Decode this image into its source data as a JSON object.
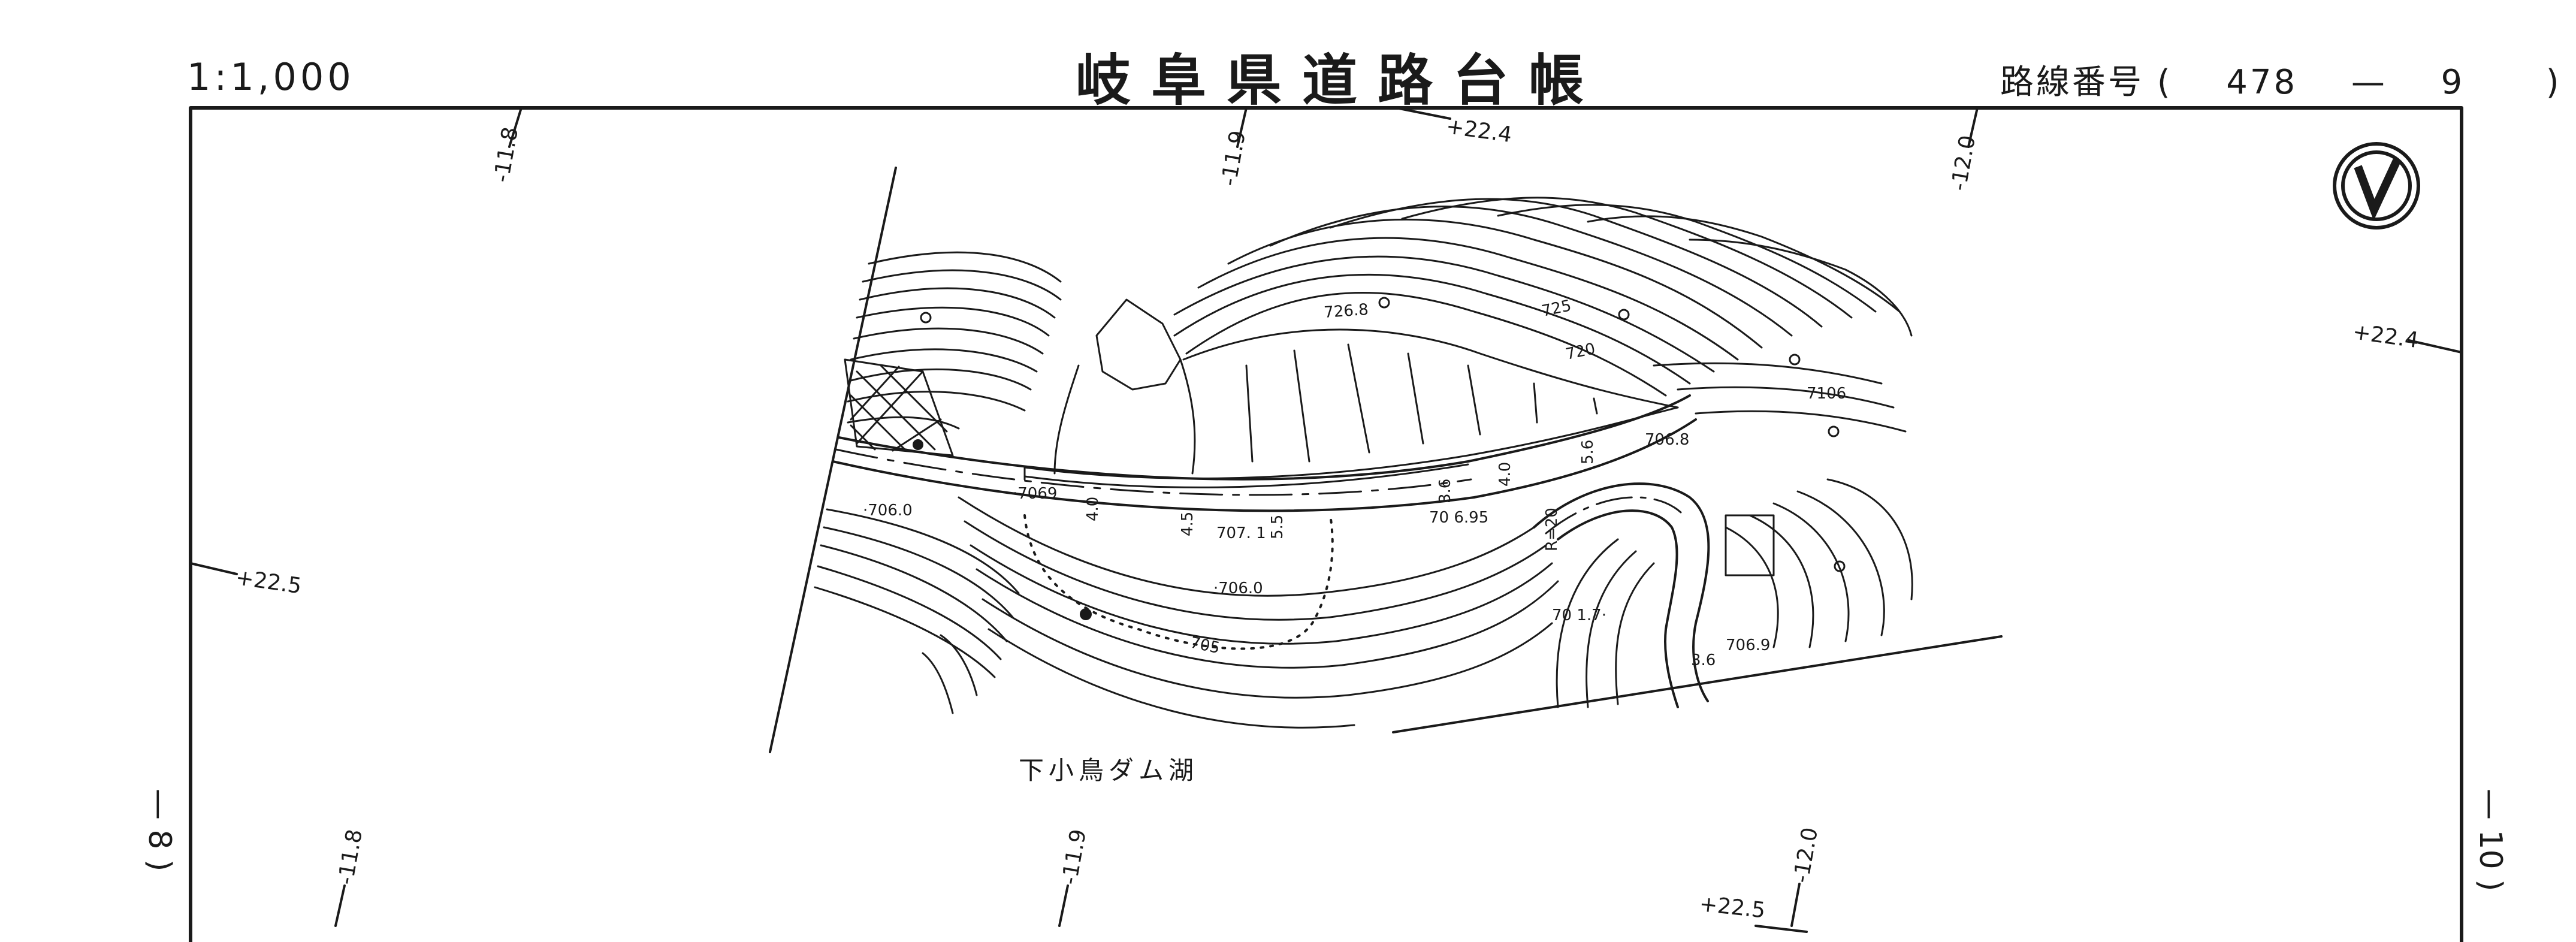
{
  "header": {
    "scale": "1:1,000",
    "title": "岐阜県道路台帳",
    "route_prefix": "路線番号",
    "route_open": "(",
    "route_number": "478",
    "route_dash": "—",
    "route_sheet": "9",
    "route_close": ")"
  },
  "grid_labels": {
    "top_1": "-11.8",
    "top_2": "-11.9",
    "top_3": "+22.4",
    "top_4": "-12.0",
    "right_1": "+22.4",
    "left_1": "+22.5",
    "bottom_1": "-11.8",
    "bottom_2": "-11.9",
    "bottom_3": "-12.0",
    "bottom_4": "+22.5"
  },
  "side_labels": {
    "left": "— 8 )",
    "right": "— 10 )"
  },
  "map_labels": {
    "lake_name": "下小鳥ダム湖",
    "contour_726_8": "726.8",
    "contour_725": "725",
    "contour_720": "720",
    "contour_7106": "7106",
    "elev_706_8": "706.8",
    "elev_7069": "·7069",
    "elev_706_0_left": "·706.0",
    "elev_707_1": "707. 1",
    "elev_706_95": "70 6.95",
    "elev_706_0_mid": "·706.0",
    "contour_705": "705",
    "elev_701_7": "70 1.7·",
    "elev_706_9": "706.9",
    "width_4_5": "4.5",
    "width_5_5": "5.5",
    "width_4_0": "4.0",
    "width_3_6": "3.6",
    "width_5_6": "5.6",
    "width_4_0b": "4.0",
    "radius": "R=20",
    "width_3_6b": "3.6"
  },
  "icons": {
    "north_arrow": "north-arrow-icon"
  },
  "colors": {
    "ink": "#1a1a1a",
    "paper": "#ffffff"
  }
}
